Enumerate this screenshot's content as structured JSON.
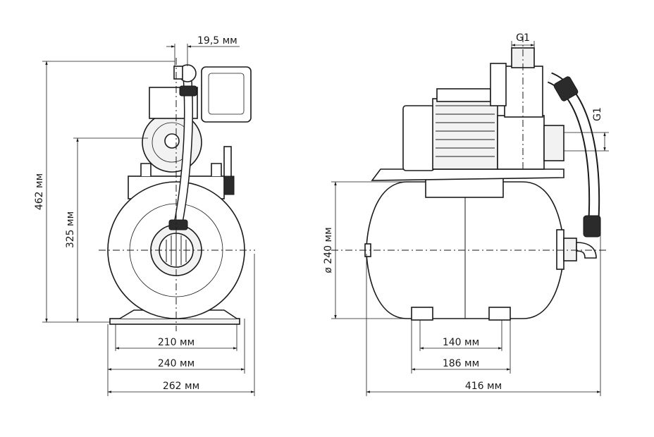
{
  "dimensions": {
    "top_offset": "19,5 мм",
    "height_total": "462 мм",
    "axis_height": "325 мм",
    "base_inner": "210 мм",
    "base_mid": "240 мм",
    "width_front": "262 мм",
    "tank_diameter": "ø 240 мм",
    "feet_inner": "140 мм",
    "feet_outer": "186 мм",
    "length_side": "416 мм",
    "thread_top": "G1",
    "thread_side": "G1"
  }
}
